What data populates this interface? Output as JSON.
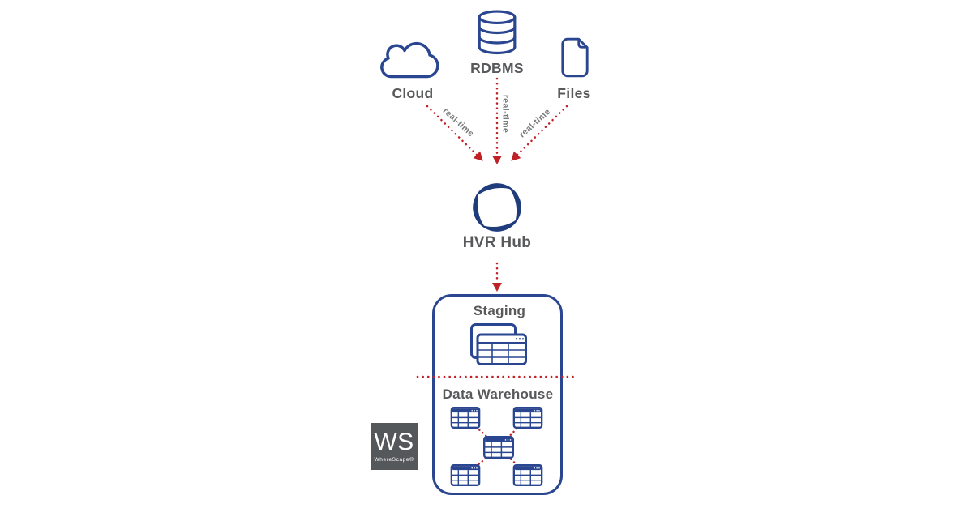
{
  "colors": {
    "navy": "#2a4690",
    "navy_dark": "#1f3c7d",
    "red": "#bf2127",
    "gray": "#58595b",
    "light_gray": "#77787b",
    "logo_bg": "#54585a"
  },
  "sources": {
    "items": [
      {
        "label": "Cloud",
        "icon": "cloud-icon"
      },
      {
        "label": "RDBMS",
        "icon": "database-icon"
      },
      {
        "label": "Files",
        "icon": "file-icon"
      }
    ],
    "arrows": [
      {
        "label": "real-time"
      },
      {
        "label": "real-time"
      },
      {
        "label": "real-time"
      }
    ]
  },
  "hub": {
    "label": "HVR Hub",
    "icon": "hvr-hub-icon"
  },
  "target": {
    "staging": {
      "label": "Staging",
      "icon": "staging-tables-icon"
    },
    "data_warehouse": {
      "label": "Data Warehouse",
      "tables": 5
    }
  },
  "logo": {
    "initials": "WS",
    "name": "WhereScape®"
  }
}
